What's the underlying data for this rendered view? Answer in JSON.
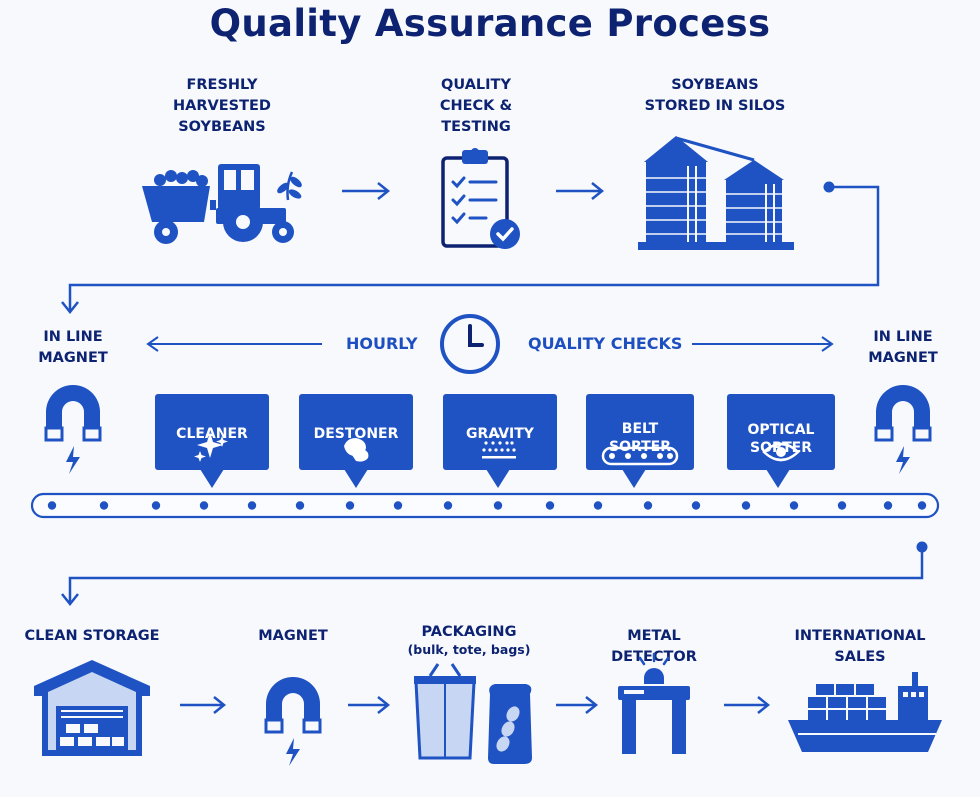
{
  "title": "Quality Assurance Process",
  "colors": {
    "primary": "#1f52c2",
    "dark": "#0d2372",
    "light": "#c7d6f2",
    "background": "#f7f9fd"
  },
  "top_row": [
    {
      "label": "FRESHLY\nHARVESTED\nSOYBEANS",
      "icon": "tractor-icon"
    },
    {
      "label": "QUALITY\nCHECK &\nTESTING",
      "icon": "clipboard-check-icon"
    },
    {
      "label": "SOYBEANS\nSTORED IN SILOS",
      "icon": "silos-icon"
    }
  ],
  "middle": {
    "hourly": "HOURLY",
    "quality_checks": "QUALITY CHECKS",
    "left_magnet": "IN LINE\nMAGNET",
    "right_magnet": "IN LINE\nMAGNET",
    "stations": [
      {
        "label": "CLEANER",
        "icon": "sparkle-icon"
      },
      {
        "label": "DESTONER",
        "icon": "stones-icon"
      },
      {
        "label": "GRAVITY",
        "icon": "gravity-icon"
      },
      {
        "label": "BELT\nSORTER",
        "icon": "belt-icon"
      },
      {
        "label": "OPTICAL\nSORTER",
        "icon": "eye-icon"
      }
    ]
  },
  "bottom_row": [
    {
      "label": "CLEAN STORAGE",
      "icon": "warehouse-icon"
    },
    {
      "label": "MAGNET",
      "icon": "magnet-icon"
    },
    {
      "label": "PACKAGING",
      "sub": "(bulk, tote, bags)",
      "icon": "packaging-icon"
    },
    {
      "label": "METAL DETECTOR",
      "icon": "metal-detector-icon"
    },
    {
      "label": "INTERNATIONAL\nSALES",
      "icon": "cargo-ship-icon"
    }
  ]
}
